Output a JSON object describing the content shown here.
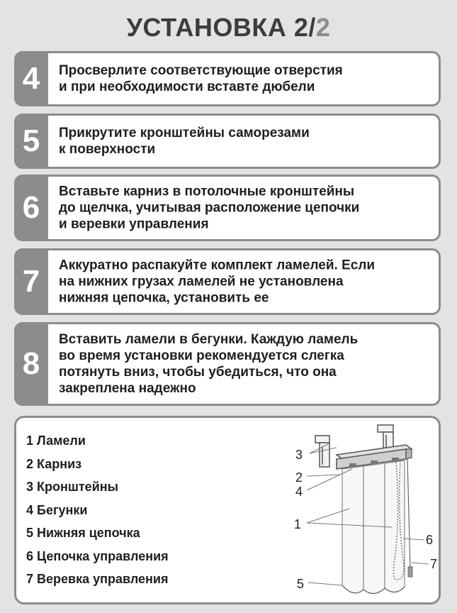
{
  "title": {
    "main": "УСТАНОВКА 2/",
    "accent": "2"
  },
  "steps": [
    {
      "number": "4",
      "text": "Просверлите соответствующие отверстия\nи при необходимости вставте дюбели"
    },
    {
      "number": "5",
      "text": "Прикрутите кронштейны саморезами\nк поверхности"
    },
    {
      "number": "6",
      "text": "Вставьте карниз в потолочные кронштейны\nдо щелчка, учитывая расположение цепочки\nи веревки управления"
    },
    {
      "number": "7",
      "text": "Аккуратно распакуйте комплект ламелей. Если\nна нижних грузах ламелей не установлена\nнижняя цепочка, установить ее"
    },
    {
      "number": "8",
      "text": "Вставить ламели в бегунки. Каждую ламель\nво время установки рекомендуется слегка\nпотянуть вниз, чтобы убедиться, что она\nзакреплена надежно"
    }
  ],
  "legend": [
    "1 Ламели",
    "2 Карниз",
    "3 Кронштейны",
    "4 Бегунки",
    "5 Нижняя цепочка",
    "6 Цепочка управления",
    "7 Веревка управления"
  ],
  "diagram_labels": [
    "1",
    "2",
    "3",
    "4",
    "5",
    "6",
    "7"
  ],
  "colors": {
    "frame": "#8c8c8c",
    "background": "#e3e3e3",
    "text": "#1e1e1e"
  }
}
